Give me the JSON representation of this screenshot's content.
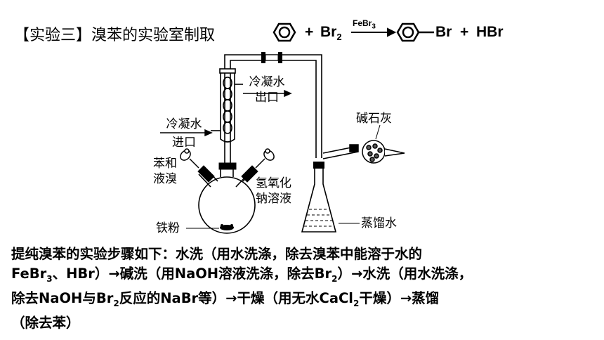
{
  "title": "【实验三】溴苯的实验室制取",
  "equation": {
    "plus1": "+",
    "br2": "Br",
    "br2_sub": "2",
    "catalyst": "FeBr",
    "catalyst_sub": "3",
    "product_br": "Br",
    "plus2": "+",
    "hbr": "HBr"
  },
  "labels": {
    "condenser_out_1": "冷凝水",
    "condenser_out_2": "出口",
    "condenser_in_1": "冷凝水",
    "condenser_in_2": "进口",
    "soda_lime": "碱石灰",
    "benzene_1": "苯和",
    "benzene_2": "液溴",
    "naoh_1": "氢氧化",
    "naoh_2": "钠溶液",
    "iron": "铁粉",
    "water": "蒸馏水"
  },
  "description": {
    "p1": "提纯溴苯的实验步骤如下：水洗（用水洗涤，除去溴苯中能溶于水的",
    "p2a": "FeBr",
    "p2a_sub": "3",
    "p2b": "、HBr）→碱洗（用NaOH溶液洗涤，除去Br",
    "p2b_sub": "2",
    "p2c": "）→水洗（用水洗涤，",
    "p3a": "除去NaOH与Br",
    "p3a_sub": "2",
    "p3b": "反应的NaBr等）→干燥（用无水CaCl",
    "p3b_sub": "2",
    "p3c": "干燥）→蒸馏",
    "p4": "（除去苯）"
  }
}
